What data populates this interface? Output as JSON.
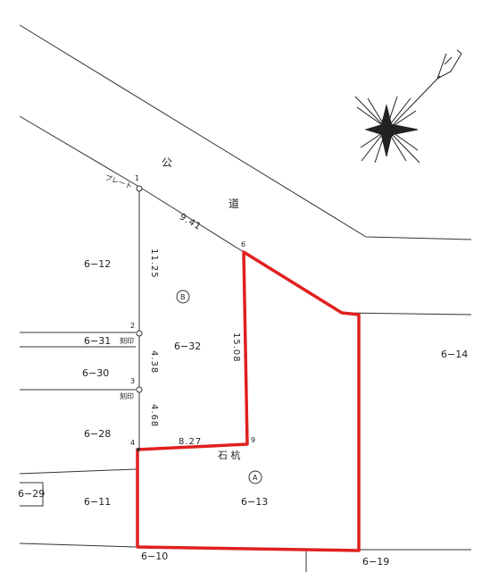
{
  "road": {
    "char1": "公",
    "char2": "道"
  },
  "parcels": {
    "p_6_12": "6−12",
    "p_6_31": "6−31",
    "p_6_32": "6−32",
    "p_6_30": "6−30",
    "p_6_28": "6−28",
    "p_6_14": "6−14",
    "p_6_29": "6−29",
    "p_6_11": "6−11",
    "p_6_13": "6−13",
    "p_6_10": "6−10",
    "p_6_19": "6−19"
  },
  "points": {
    "p1": "1",
    "p2": "2",
    "p3": "3",
    "p4": "4",
    "p6": "6",
    "p9": "9"
  },
  "markers": {
    "plate": "プレート",
    "stamp1": "刻印",
    "stamp2": "刻印",
    "stake": "石 杭"
  },
  "measurements": {
    "m_9_41": "9.41",
    "m_11_25": "11.25",
    "m_4_38": "4.38",
    "m_4_68": "4.68",
    "m_15_08": "15.08",
    "m_8_27": "8.27"
  },
  "areas": {
    "a": "A",
    "b": "B"
  },
  "colors": {
    "boundary": "#e0201f",
    "line": "#333333"
  }
}
